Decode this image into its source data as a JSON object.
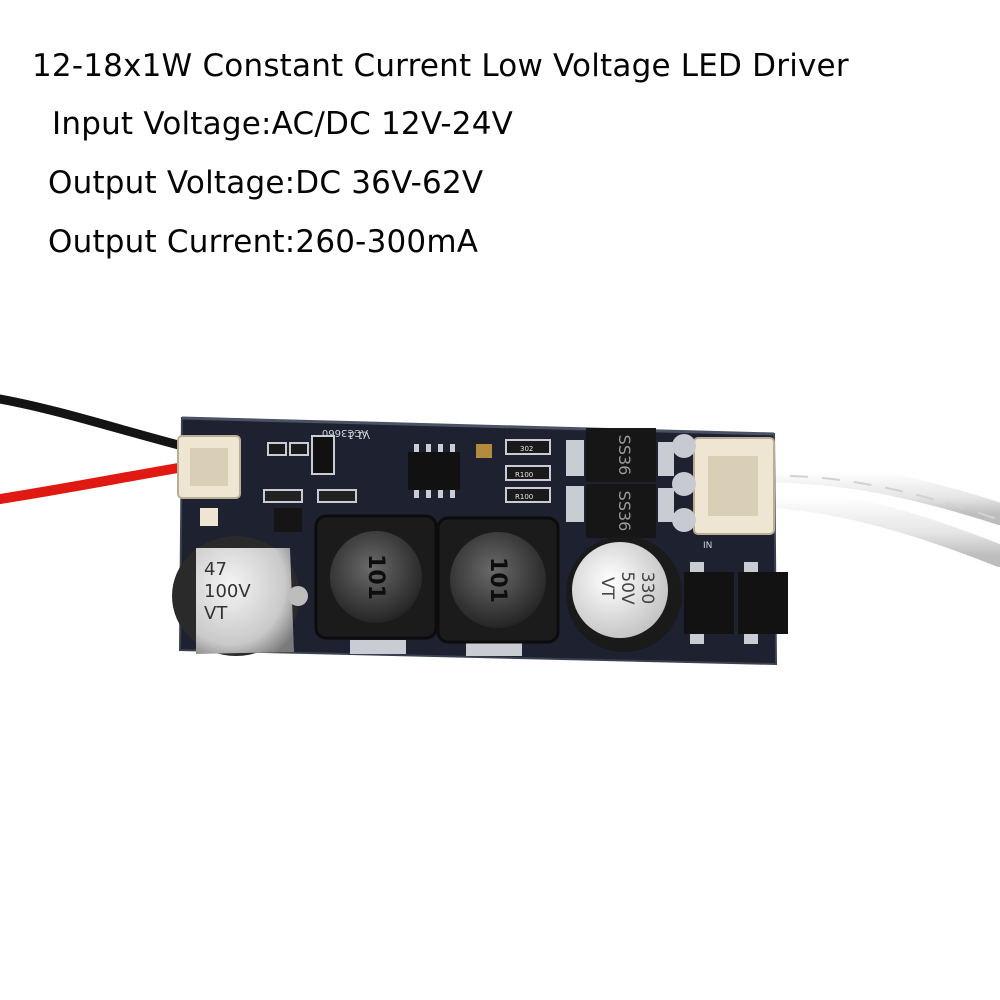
{
  "specs": {
    "title": "12-18x1W Constant Current Low Voltage LED Driver",
    "input_voltage": "Input Voltage:AC/DC 12V-24V",
    "output_voltage": "Output Voltage:DC 36V-62V",
    "output_current": "Output Current:260-300mA"
  },
  "board": {
    "ic_marking": "ACC3660",
    "version": "V1.1",
    "cap_left_value": "47",
    "cap_left_voltage": "100V",
    "cap_left_series": "VT",
    "cap_right_value": "330",
    "cap_right_voltage": "50V",
    "cap_right_series": "VT",
    "inductor_left": "101",
    "inductor_right": "101",
    "diode_top": "SS36",
    "diode_bottom": "SS36",
    "resistor_1": "302",
    "resistor_2": "R100",
    "resistor_3": "R100",
    "in_label": "IN"
  },
  "colors": {
    "background": "#ffffff",
    "pcb": "#1d2130",
    "wire_red": "#e01a12",
    "wire_black": "#141414",
    "wire_white": "#f2f2f2"
  }
}
